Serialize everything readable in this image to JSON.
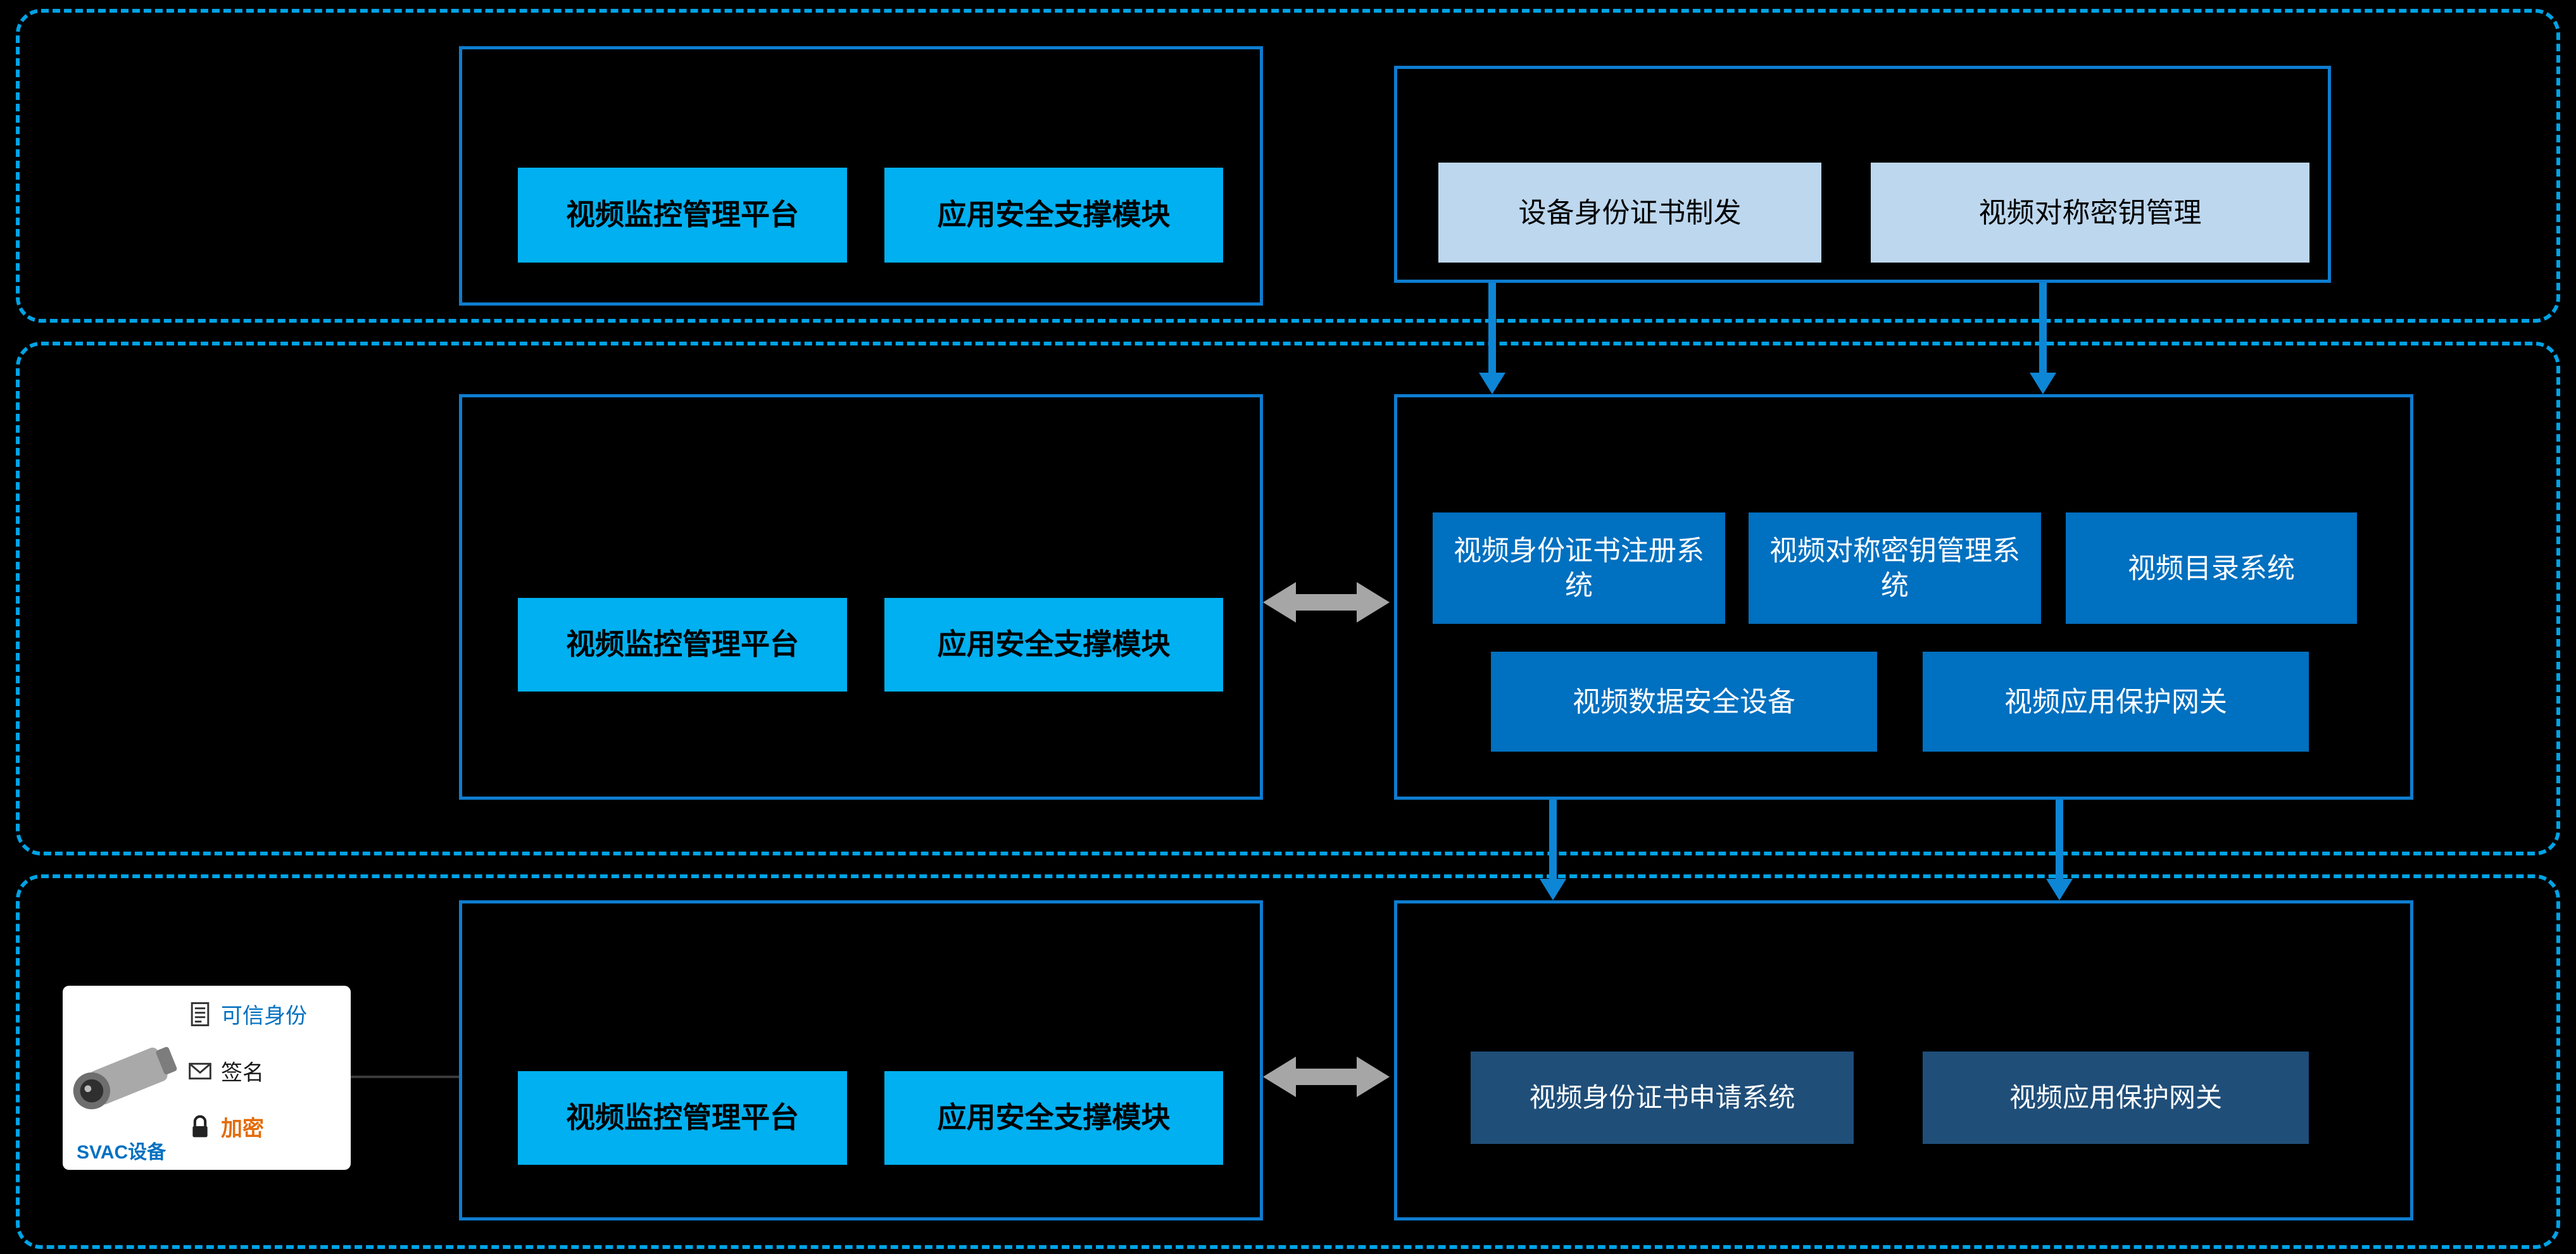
{
  "colors": {
    "background": "#000000",
    "tier_dash": "#00A3E6",
    "box_border": "#0E7DD0",
    "cyan_button": "#00B0F0",
    "light_blue": "#BDD7EE",
    "medium_blue": "#0070C0",
    "dark_blue": "#1F4E79",
    "arrow_blue": "#0E86D6",
    "gray_arrow": "#A6A6A6"
  },
  "top": {
    "left_box": {
      "platform": "视频监控管理平台",
      "security_module": "应用安全支撑模块"
    },
    "right_box": {
      "cert_issuance": "设备身份证书制发",
      "key_management": "视频对称密钥管理"
    }
  },
  "middle": {
    "left_box": {
      "platform": "视频监控管理平台",
      "security_module": "应用安全支撑模块"
    },
    "right_box": {
      "row1": [
        "视频身份证书注册系统",
        "视频对称密钥管理系统",
        "视频目录系统"
      ],
      "row2": [
        "视频数据安全设备",
        "视频应用保护网关"
      ]
    }
  },
  "bottom": {
    "camera": {
      "trusted_identity": "可信身份",
      "signature": "签名",
      "encryption": "加密",
      "device_label": "SVAC设备"
    },
    "left_box": {
      "platform": "视频监控管理平台",
      "security_module": "应用安全支撑模块"
    },
    "right_box": {
      "cert_apply": "视频身份证书申请系统",
      "protection_gateway": "视频应用保护网关"
    }
  }
}
